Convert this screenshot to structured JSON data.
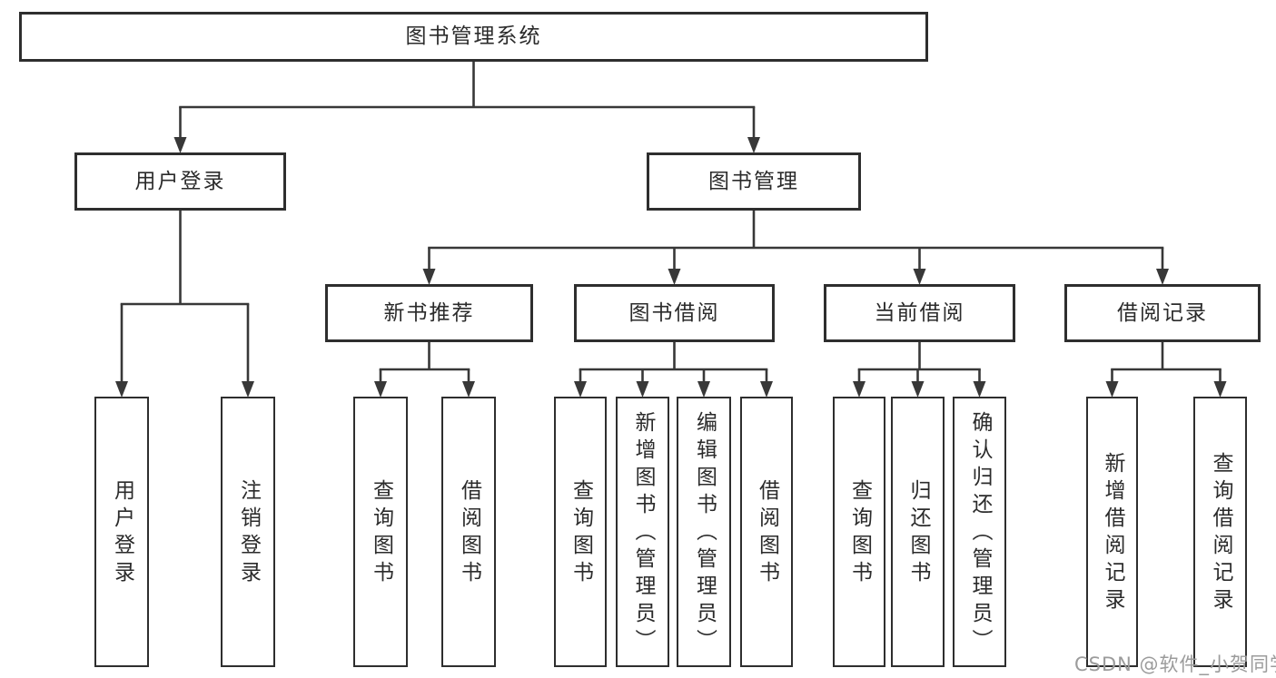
{
  "watermark": {
    "text": "CSDN @软件_小贺同学",
    "color": "#9b9b9b"
  },
  "diagram": {
    "title": "图书管理系统",
    "line_color": "#383838",
    "box_border_color": "#2e2e2e",
    "nodes": [
      {
        "id": "root",
        "label": "图书管理系统",
        "parent": null,
        "orientation": "horizontal"
      },
      {
        "id": "user-login",
        "label": "用户登录",
        "parent": "root",
        "orientation": "horizontal"
      },
      {
        "id": "book-mgmt",
        "label": "图书管理",
        "parent": "root",
        "orientation": "horizontal"
      },
      {
        "id": "new-book-rec",
        "label": "新书推荐",
        "parent": "book-mgmt",
        "orientation": "horizontal"
      },
      {
        "id": "book-borrow",
        "label": "图书借阅",
        "parent": "book-mgmt",
        "orientation": "horizontal"
      },
      {
        "id": "current-borrow",
        "label": "当前借阅",
        "parent": "book-mgmt",
        "orientation": "horizontal"
      },
      {
        "id": "borrow-record",
        "label": "借阅记录",
        "parent": "book-mgmt",
        "orientation": "horizontal"
      },
      {
        "id": "leaf-login",
        "label": "用户登录",
        "parent": "user-login",
        "orientation": "vertical"
      },
      {
        "id": "leaf-logout",
        "label": "注销登录",
        "parent": "user-login",
        "orientation": "vertical"
      },
      {
        "id": "leaf-query-1",
        "label": "查询图书",
        "parent": "new-book-rec",
        "orientation": "vertical"
      },
      {
        "id": "leaf-borrow-1",
        "label": "借阅图书",
        "parent": "new-book-rec",
        "orientation": "vertical"
      },
      {
        "id": "leaf-query-2",
        "label": "查询图书",
        "parent": "book-borrow",
        "orientation": "vertical"
      },
      {
        "id": "leaf-add-book",
        "label": "新增图书（管理员）",
        "parent": "book-borrow",
        "orientation": "vertical"
      },
      {
        "id": "leaf-edit-book",
        "label": "编辑图书（管理员）",
        "parent": "book-borrow",
        "orientation": "vertical"
      },
      {
        "id": "leaf-borrow-2",
        "label": "借阅图书",
        "parent": "book-borrow",
        "orientation": "vertical"
      },
      {
        "id": "leaf-query-3",
        "label": "查询图书",
        "parent": "current-borrow",
        "orientation": "vertical"
      },
      {
        "id": "leaf-return",
        "label": "归还图书",
        "parent": "current-borrow",
        "orientation": "vertical"
      },
      {
        "id": "leaf-confirm",
        "label": "确认归还（管理员）",
        "parent": "current-borrow",
        "orientation": "vertical"
      },
      {
        "id": "leaf-add-rec",
        "label": "新增借阅记录",
        "parent": "borrow-record",
        "orientation": "vertical"
      },
      {
        "id": "leaf-query-rec",
        "label": "查询借阅记录",
        "parent": "borrow-record",
        "orientation": "vertical"
      }
    ]
  }
}
